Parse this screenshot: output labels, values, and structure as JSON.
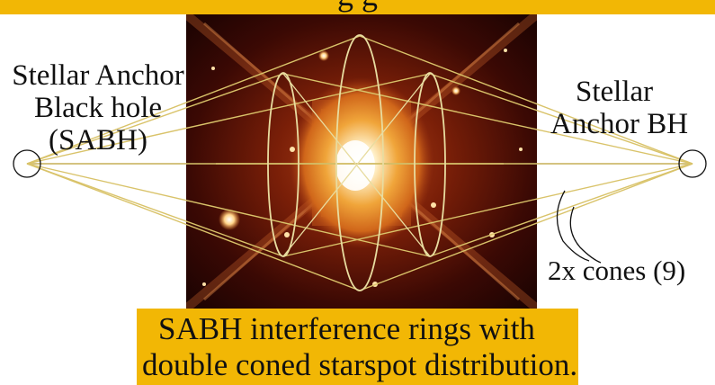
{
  "top_banner_text": "g                                                              g",
  "left_label": {
    "line1": "Stellar Anchor",
    "line2": "Black hole",
    "line3": "(SABH)"
  },
  "right_label": {
    "line1": "Stellar",
    "line2": "Anchor BH"
  },
  "cones_label": "2x cones (9)",
  "caption": {
    "line1": "SABH interference rings with",
    "line2": "double coned starspot distribution."
  },
  "colors": {
    "banner": "#f2b705",
    "cone_lines": "#d9c36a",
    "axis_line": "#111111",
    "nebula_core": "#fff4d8",
    "nebula_mid": "#e07a1c",
    "nebula_outer": "#4a0d04"
  }
}
